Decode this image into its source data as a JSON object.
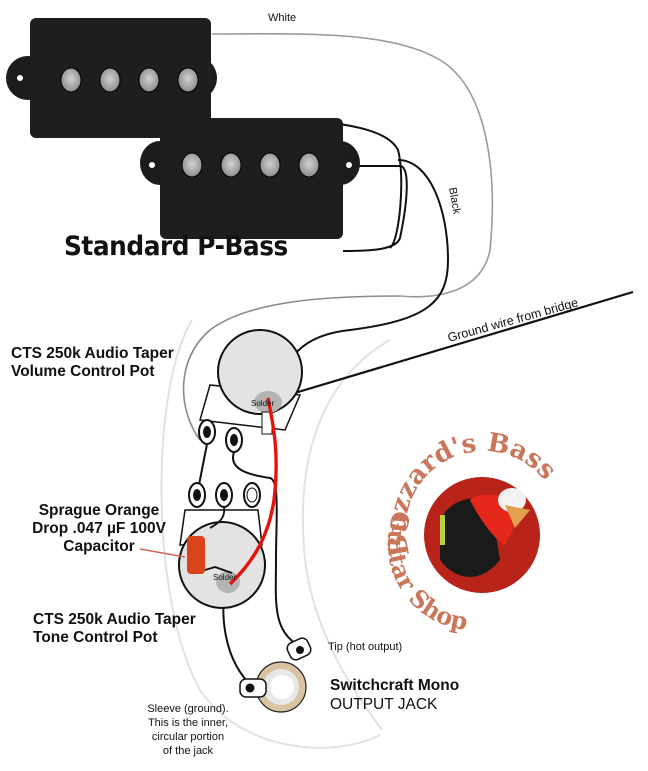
{
  "title": "Standard P-Bass",
  "wire_labels": {
    "white": "White",
    "black": "Black",
    "ground": "Ground wire from bridge"
  },
  "volume_pot": {
    "line1": "CTS 250k Audio Taper",
    "line2": "Volume Control Pot",
    "solder": "Solder"
  },
  "capacitor": {
    "line1": "Sprague Orange",
    "line2": "Drop .047 µF 100V",
    "line3": "Capacitor",
    "color": "#d9441a"
  },
  "tone_pot": {
    "line1": "CTS 250k Audio Taper",
    "line2": "Tone Control Pot",
    "solder": "Solder"
  },
  "jack": {
    "tip_label": "Tip (hot output)",
    "line1": "Switchcraft Mono",
    "line2": "OUTPUT JACK",
    "sleeve_lines": [
      "Sleeve (ground).",
      "This is the inner,",
      "circular portion",
      "of the jack"
    ]
  },
  "logo": {
    "top_text": "Buzzard's Bass",
    "bottom_text": "Guitar Shop",
    "text_color": "#c9765a",
    "disc_color": "#b8231a"
  },
  "colors": {
    "hot_wire": "#e8120c",
    "pickup": "#1c1c1c",
    "pot_body": "#e3e3e3",
    "solder": "#b4b4b4",
    "jack_ring": "#d8c4a0"
  }
}
